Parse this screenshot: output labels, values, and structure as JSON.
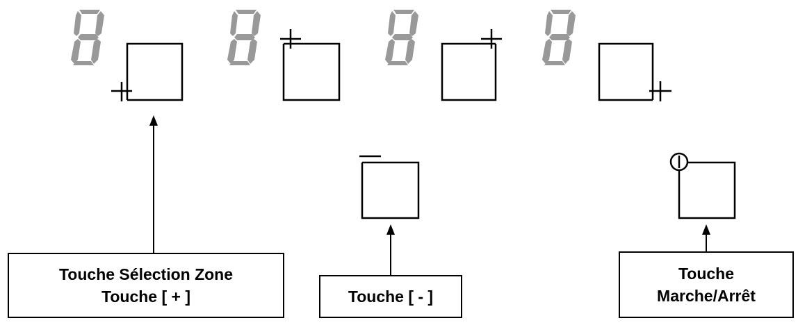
{
  "colors": {
    "segment": "#999999",
    "stroke": "#000000",
    "background": "#ffffff"
  },
  "icons": {
    "zone_plus": "plus-icon",
    "minus": "minus-icon",
    "power": "power-icon"
  },
  "labels": {
    "zone_select": {
      "line1": "Touche Sélection Zone",
      "line2": "Touche [ + ]"
    },
    "minus": {
      "line1": "Touche [ - ]"
    },
    "power": {
      "line1": "Touche",
      "line2": "Marche/Arrêt"
    }
  }
}
